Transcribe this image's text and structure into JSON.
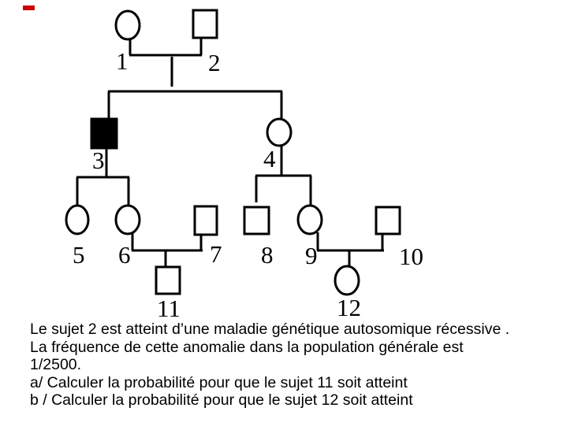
{
  "decoration": {
    "dash_color": "#cc0000"
  },
  "pedigree": {
    "line_color": "#000000",
    "affected_fill": "#000000",
    "unaffected_fill": "#ffffff",
    "individuals": [
      {
        "label": "1",
        "sex": "female",
        "affected": false,
        "fill": "#ffffff"
      },
      {
        "label": "2",
        "sex": "male",
        "affected": false,
        "fill": "#ffffff"
      },
      {
        "label": "3",
        "sex": "male",
        "affected": true,
        "fill": "#000000"
      },
      {
        "label": "4",
        "sex": "female",
        "affected": false,
        "fill": "#ffffff"
      },
      {
        "label": "5",
        "sex": "female",
        "affected": false,
        "fill": "#ffffff"
      },
      {
        "label": "6",
        "sex": "female",
        "affected": false,
        "fill": "#ffffff"
      },
      {
        "label": "7",
        "sex": "male",
        "affected": false,
        "fill": "#ffffff"
      },
      {
        "label": "8",
        "sex": "male",
        "affected": false,
        "fill": "#ffffff"
      },
      {
        "label": "9",
        "sex": "female",
        "affected": false,
        "fill": "#ffffff"
      },
      {
        "label": "10",
        "sex": "male",
        "affected": false,
        "fill": "#ffffff"
      },
      {
        "label": "11",
        "sex": "male",
        "affected": false,
        "fill": "#ffffff"
      },
      {
        "label": "12",
        "sex": "female",
        "affected": false,
        "fill": "#ffffff"
      }
    ]
  },
  "statement": {
    "lines": [
      "Le sujet 2 est atteint d’une maladie génétique autosomique récessive .",
      "La fréquence de cette anomalie dans la population générale est",
      "1/2500.",
      "a/ Calculer la probabilité pour que le sujet 11 soit atteint",
      "b / Calculer la probabilité pour que le sujet 12 soit atteint"
    ]
  }
}
